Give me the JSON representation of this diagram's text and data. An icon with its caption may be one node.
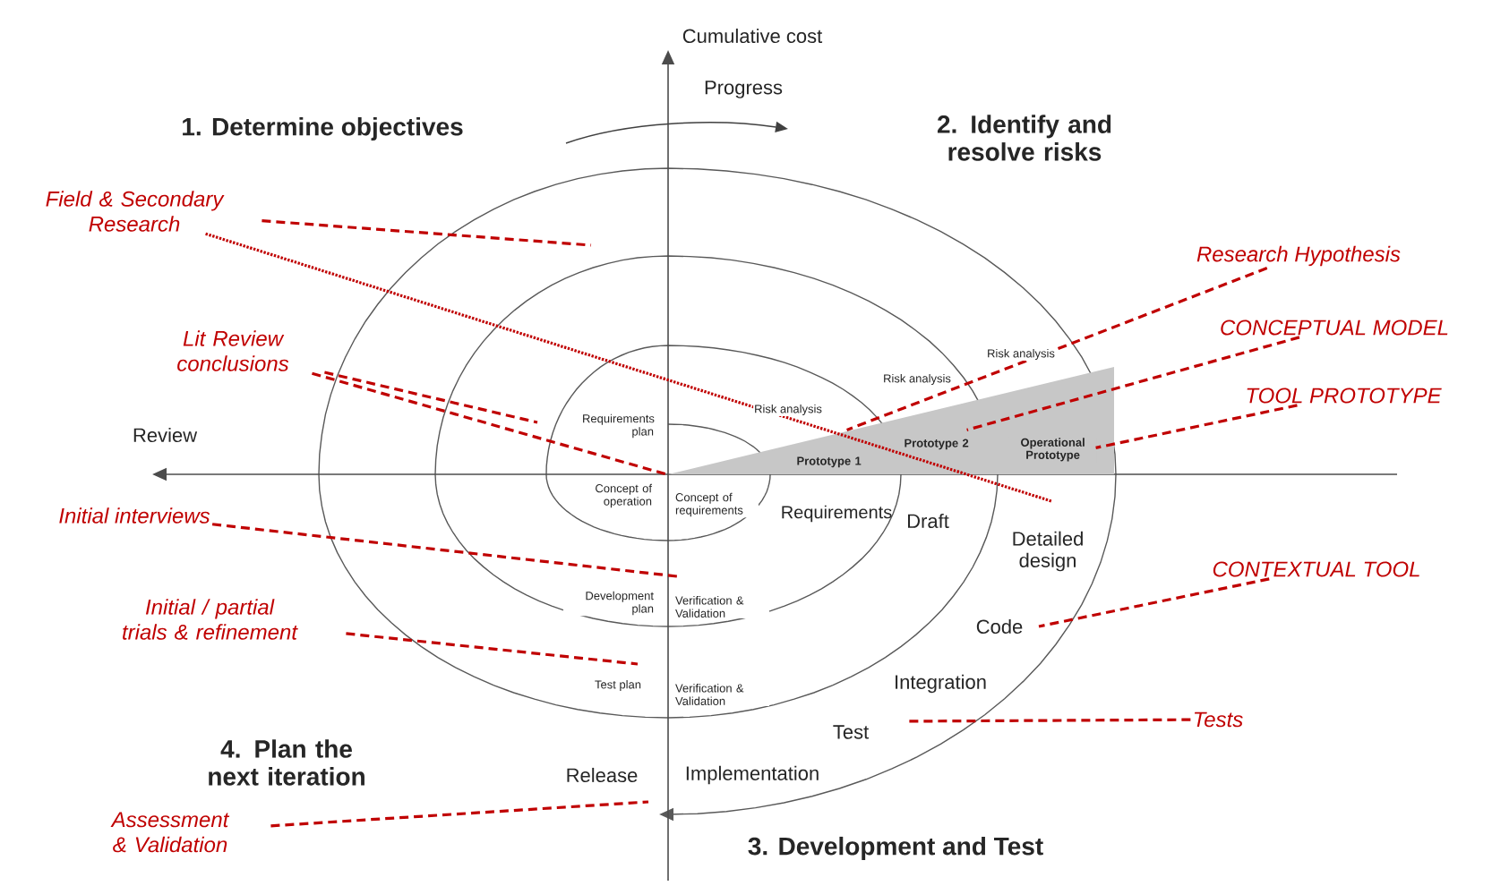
{
  "diagram": {
    "nodes": [
      {
        "text": [
          "Field & Secondary Research"
        ]
      },
      {
        "text": [
          "Lit Review conclusions"
        ]
      },
      {
        "text": [
          "Initial interviews"
        ]
      },
      {
        "text": [
          "Initial / partial trials & refinement"
        ]
      },
      {
        "text": [
          "Assessment & Validation"
        ]
      },
      {
        "text": [
          "Research Hypothesis"
        ]
      },
      {
        "text": [
          "CONCEPTUAL MODEL"
        ]
      },
      {
        "text": [
          "TOOL PROTOTYPE"
        ]
      },
      {
        "text": [
          "CONTEXTUAL TOOL"
        ]
      },
      {
        "text": [
          "Tests"
        ]
      },
      {
        "text": [
          "Prototype 1",
          "Prototype 2",
          "Operational Prototype"
        ]
      }
    ],
    "edges": [
      {
        "from": 0,
        "to": null,
        "arrow": "none",
        "style": "dashed",
        "color": "#c00000"
      },
      {
        "from": 0,
        "to": null,
        "arrow": "none",
        "color": "#c00000"
      },
      {
        "from": 1,
        "to": null,
        "arrow": "none",
        "style": "dashed",
        "color": "#c00000"
      },
      {
        "from": 1,
        "to": 10,
        "arrow": "none",
        "style": "dashed",
        "color": "#c00000"
      },
      {
        "from": 2,
        "to": null,
        "arrow": "none",
        "style": "dashed",
        "color": "#c00000"
      },
      {
        "from": 3,
        "to": null,
        "arrow": "none",
        "style": "dashed",
        "color": "#c00000"
      },
      {
        "from": 4,
        "to": null,
        "arrow": "none",
        "style": "dashed",
        "color": "#c00000"
      },
      {
        "from": 5,
        "to": 10,
        "arrow": "none",
        "style": "dashed",
        "color": "#c00000"
      },
      {
        "from": 6,
        "to": 10,
        "arrow": "none",
        "style": "dashed",
        "color": "#c00000"
      },
      {
        "from": 7,
        "to": 10,
        "arrow": "none",
        "style": "dashed",
        "color": "#c00000"
      },
      {
        "from": 8,
        "to": null,
        "arrow": "none",
        "style": "dashed",
        "color": "#c00000"
      },
      {
        "from": 9,
        "to": null,
        "arrow": "none",
        "style": "dashed",
        "color": "#c00000"
      }
    ],
    "labels": [
      "Cumulative cost",
      "Progress",
      "1. Determine objectives",
      "2. Identify and resolve risks",
      "Risk analysis",
      "Risk analysis",
      "Requirements plan",
      "Risk analysis",
      "Review",
      "Concept of operation",
      "Concept of requirements",
      "Requirements",
      "Draft",
      "Detailed design",
      "Development plan",
      "Verification & Validation",
      "Code",
      "Test plan",
      "Verification & Validation",
      "Integration",
      "Test",
      "4. Plan the next iteration",
      "Release",
      "Implementation",
      "3. Development and Test"
    ]
  }
}
